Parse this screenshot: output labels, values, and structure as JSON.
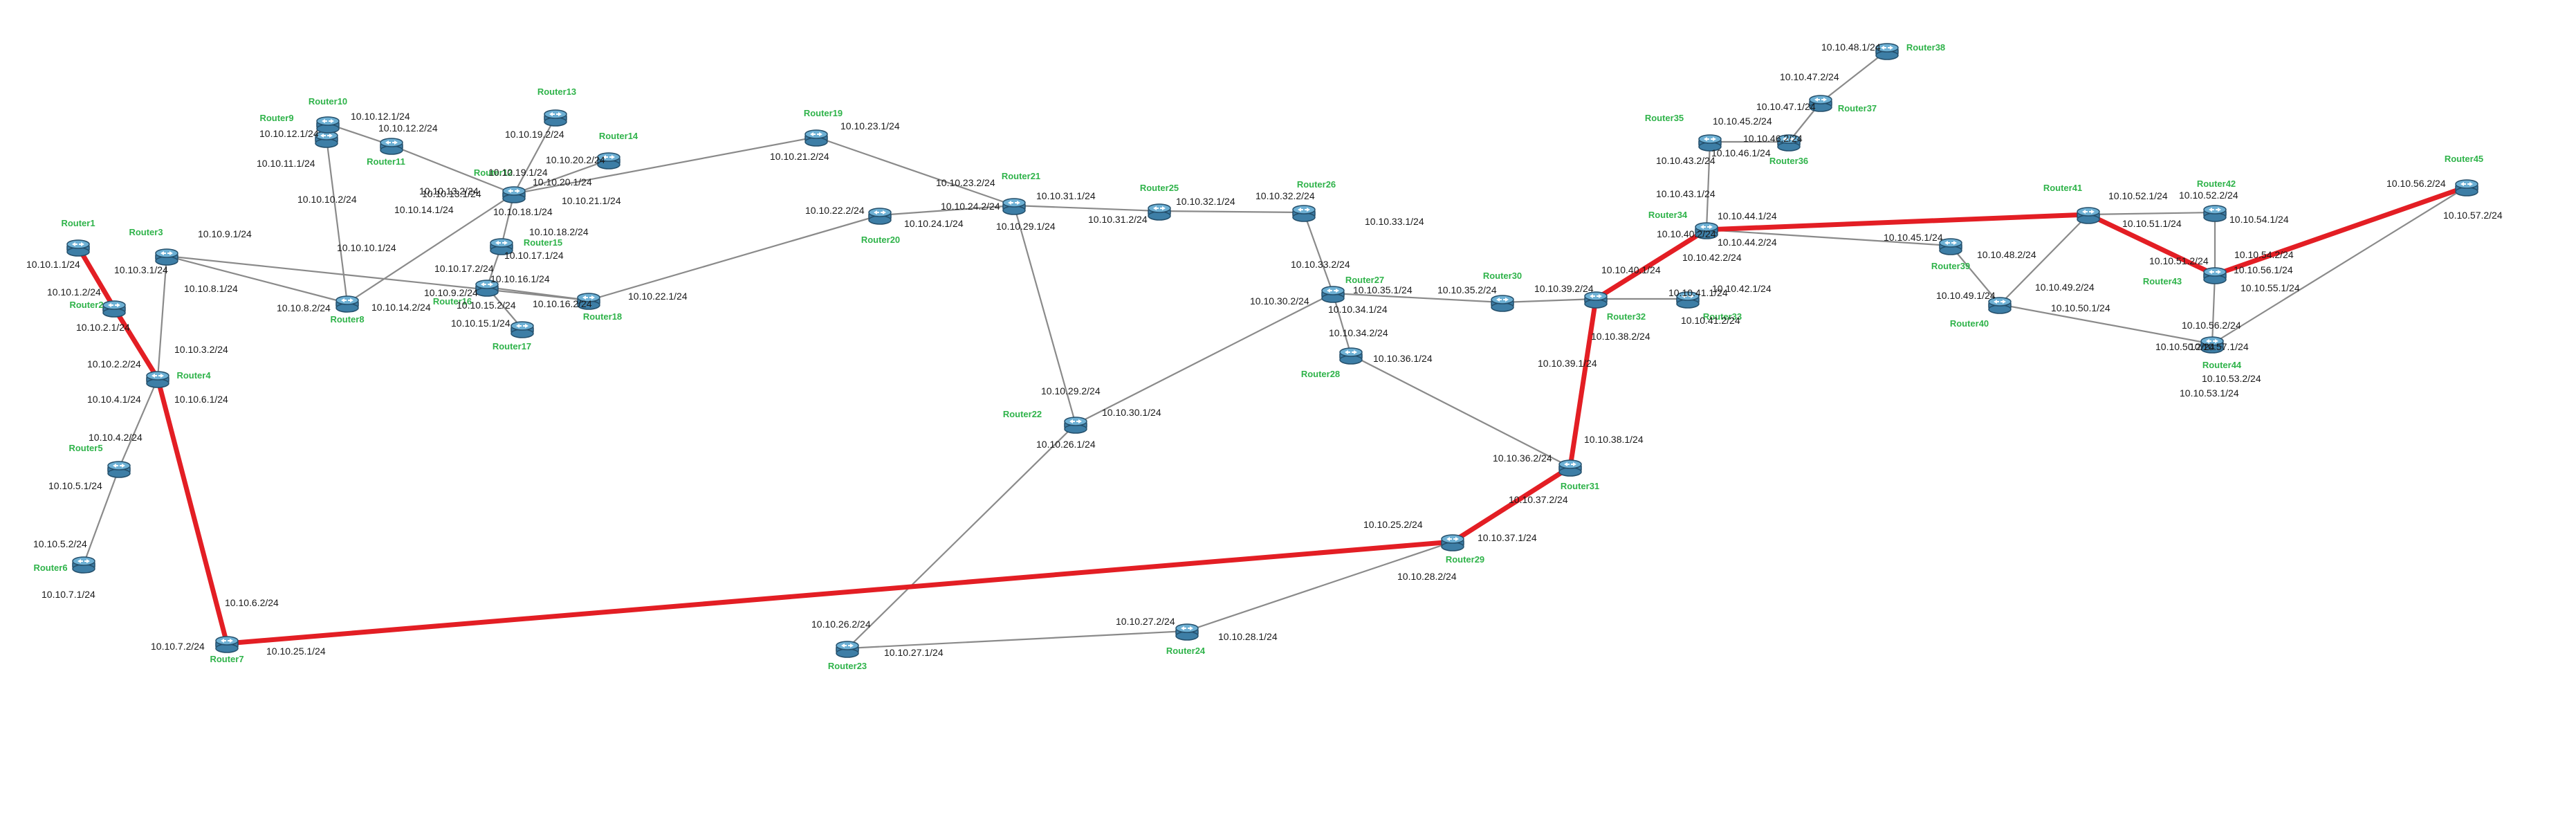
{
  "diagram": {
    "routers": [
      {
        "id": "Router1",
        "label": "Router1"
      },
      {
        "id": "Router2",
        "label": "Router2"
      },
      {
        "id": "Router3",
        "label": "Router3"
      },
      {
        "id": "Router4",
        "label": "Router4"
      },
      {
        "id": "Router5",
        "label": "Router5"
      },
      {
        "id": "Router6",
        "label": "Router6"
      },
      {
        "id": "Router7",
        "label": "Router7"
      },
      {
        "id": "Router8",
        "label": "Router8"
      },
      {
        "id": "Router9",
        "label": "Router9"
      },
      {
        "id": "Router10",
        "label": "Router10"
      },
      {
        "id": "Router11",
        "label": "Router11"
      },
      {
        "id": "Router12",
        "label": "Router12"
      },
      {
        "id": "Router13",
        "label": "Router13"
      },
      {
        "id": "Router14",
        "label": "Router14"
      },
      {
        "id": "Router15",
        "label": "Router15"
      },
      {
        "id": "Router16",
        "label": "Router16"
      },
      {
        "id": "Router17",
        "label": "Router17"
      },
      {
        "id": "Router18",
        "label": "Router18"
      },
      {
        "id": "Router19",
        "label": "Router19"
      },
      {
        "id": "Router20",
        "label": "Router20"
      },
      {
        "id": "Router21",
        "label": "Router21"
      },
      {
        "id": "Router22",
        "label": "Router22"
      },
      {
        "id": "Router23",
        "label": "Router23"
      },
      {
        "id": "Router24",
        "label": "Router24"
      },
      {
        "id": "Router25",
        "label": "Router25"
      },
      {
        "id": "Router26",
        "label": "Router26"
      },
      {
        "id": "Router27",
        "label": "Router27"
      },
      {
        "id": "Router28",
        "label": "Router28"
      },
      {
        "id": "Router29",
        "label": "Router29"
      },
      {
        "id": "Router30",
        "label": "Router30"
      },
      {
        "id": "Router31",
        "label": "Router31"
      },
      {
        "id": "Router32",
        "label": "Router32"
      },
      {
        "id": "Router33",
        "label": "Router33"
      },
      {
        "id": "Router34",
        "label": "Router34"
      },
      {
        "id": "Router35",
        "label": "Router35"
      },
      {
        "id": "Router36",
        "label": "Router36"
      },
      {
        "id": "Router37",
        "label": "Router37"
      },
      {
        "id": "Router38",
        "label": "Router38"
      },
      {
        "id": "Router39",
        "label": "Router39"
      },
      {
        "id": "Router40",
        "label": "Router40"
      },
      {
        "id": "Router41",
        "label": "Router41"
      },
      {
        "id": "Router42",
        "label": "Router42"
      },
      {
        "id": "Router43",
        "label": "Router43"
      },
      {
        "id": "Router44",
        "label": "Router44"
      },
      {
        "id": "Router45",
        "label": "Router45"
      }
    ],
    "links": [
      {
        "id": "l1",
        "a": "Router1",
        "b": "Router2",
        "highlight": true
      },
      {
        "id": "l2",
        "a": "Router2",
        "b": "Router4",
        "highlight": true
      },
      {
        "id": "l3",
        "a": "Router3",
        "b": "Router4",
        "highlight": false
      },
      {
        "id": "l4",
        "a": "Router4",
        "b": "Router5",
        "highlight": false
      },
      {
        "id": "l5",
        "a": "Router5",
        "b": "Router6",
        "highlight": false
      },
      {
        "id": "l6",
        "a": "Router4",
        "b": "Router7",
        "highlight": true
      },
      {
        "id": "l7",
        "a": "Router3",
        "b": "Router8",
        "highlight": false
      },
      {
        "id": "l8",
        "a": "Router3",
        "b": "Router18",
        "highlight": false
      },
      {
        "id": "l9",
        "a": "Router9",
        "b": "Router8",
        "highlight": false
      },
      {
        "id": "l10",
        "a": "Router10",
        "b": "Router9",
        "highlight": false
      },
      {
        "id": "l11",
        "a": "Router10",
        "b": "Router11",
        "highlight": false
      },
      {
        "id": "l12",
        "a": "Router11",
        "b": "Router12",
        "highlight": false
      },
      {
        "id": "l13",
        "a": "Router12",
        "b": "Router13",
        "highlight": false
      },
      {
        "id": "l14",
        "a": "Router12",
        "b": "Router14",
        "highlight": false
      },
      {
        "id": "l15",
        "a": "Router12",
        "b": "Router15",
        "highlight": false
      },
      {
        "id": "l16",
        "a": "Router12",
        "b": "Router8",
        "highlight": false
      },
      {
        "id": "l17",
        "a": "Router12",
        "b": "Router19",
        "highlight": false
      },
      {
        "id": "l18",
        "a": "Router15",
        "b": "Router16",
        "highlight": false
      },
      {
        "id": "l19",
        "a": "Router16",
        "b": "Router17",
        "highlight": false
      },
      {
        "id": "l20",
        "a": "Router16",
        "b": "Router18",
        "highlight": false
      },
      {
        "id": "l21",
        "a": "Router18",
        "b": "Router20",
        "highlight": false
      },
      {
        "id": "l22",
        "a": "Router20",
        "b": "Router21",
        "highlight": false
      },
      {
        "id": "l23",
        "a": "Router19",
        "b": "Router21",
        "highlight": false
      },
      {
        "id": "l24",
        "a": "Router21",
        "b": "Router25",
        "highlight": false
      },
      {
        "id": "l25",
        "a": "Router21",
        "b": "Router22",
        "highlight": false
      },
      {
        "id": "l26",
        "a": "Router25",
        "b": "Router26",
        "highlight": false
      },
      {
        "id": "l27",
        "a": "Router26",
        "b": "Router27",
        "highlight": false
      },
      {
        "id": "l28",
        "a": "Router22",
        "b": "Router27",
        "highlight": false
      },
      {
        "id": "l29",
        "a": "Router22",
        "b": "Router23",
        "highlight": false
      },
      {
        "id": "l30",
        "a": "Router23",
        "b": "Router24",
        "highlight": false
      },
      {
        "id": "l31",
        "a": "Router24",
        "b": "Router29",
        "highlight": false
      },
      {
        "id": "l32",
        "a": "Router7",
        "b": "Router29",
        "highlight": true
      },
      {
        "id": "l33",
        "a": "Router29",
        "b": "Router31",
        "highlight": true
      },
      {
        "id": "l34",
        "a": "Router27",
        "b": "Router28",
        "highlight": false
      },
      {
        "id": "l35",
        "a": "Router28",
        "b": "Router31",
        "highlight": false
      },
      {
        "id": "l36",
        "a": "Router27",
        "b": "Router30",
        "highlight": false
      },
      {
        "id": "l37",
        "a": "Router30",
        "b": "Router32",
        "highlight": false
      },
      {
        "id": "l38",
        "a": "Router31",
        "b": "Router32",
        "highlight": true
      },
      {
        "id": "l39",
        "a": "Router32",
        "b": "Router33",
        "highlight": false
      },
      {
        "id": "l40",
        "a": "Router32",
        "b": "Router34",
        "highlight": true
      },
      {
        "id": "l41",
        "a": "Router34",
        "b": "Router35",
        "highlight": false
      },
      {
        "id": "l42",
        "a": "Router35",
        "b": "Router36",
        "highlight": false
      },
      {
        "id": "l43",
        "a": "Router36",
        "b": "Router37",
        "highlight": false
      },
      {
        "id": "l44",
        "a": "Router37",
        "b": "Router38",
        "highlight": false
      },
      {
        "id": "l45",
        "a": "Router34",
        "b": "Router39",
        "highlight": false
      },
      {
        "id": "l46",
        "a": "Router34",
        "b": "Router41",
        "highlight": true
      },
      {
        "id": "l47",
        "a": "Router41",
        "b": "Router42",
        "highlight": false
      },
      {
        "id": "l48",
        "a": "Router41",
        "b": "Router40",
        "highlight": false
      },
      {
        "id": "l49",
        "a": "Router41",
        "b": "Router43",
        "highlight": true
      },
      {
        "id": "l50",
        "a": "Router42",
        "b": "Router43",
        "highlight": false
      },
      {
        "id": "l51",
        "a": "Router43",
        "b": "Router45",
        "highlight": true
      },
      {
        "id": "l52",
        "a": "Router43",
        "b": "Router44",
        "highlight": false
      },
      {
        "id": "l53",
        "a": "Router39",
        "b": "Router40",
        "highlight": false
      },
      {
        "id": "l54",
        "a": "Router40",
        "b": "Router44",
        "highlight": false
      },
      {
        "id": "l55",
        "a": "Router44",
        "b": "Router45",
        "highlight": false
      }
    ],
    "interface_labels": [
      "10.10.1.1/24",
      "10.10.1.2/24",
      "10.10.2.1/24",
      "10.10.2.2/24",
      "10.10.3.1/24",
      "10.10.3.2/24",
      "10.10.4.1/24",
      "10.10.4.2/24",
      "10.10.5.1/24",
      "10.10.5.2/24",
      "10.10.6.1/24",
      "10.10.6.2/24",
      "10.10.7.1/24",
      "10.10.7.2/24",
      "10.10.8.1/24",
      "10.10.8.2/24",
      "10.10.9.1/24",
      "10.10.9.2/24",
      "10.10.10.1/24",
      "10.10.10.2/24",
      "10.10.11.1/24",
      "10.10.12.1/24",
      "10.10.12.1/24",
      "10.10.12.2/24",
      "10.10.13.1/24",
      "10.10.13.2/24",
      "10.10.14.1/24",
      "10.10.14.2/24",
      "10.10.15.1/24",
      "10.10.15.2/24",
      "10.10.16.1/24",
      "10.10.16.2/24",
      "10.10.17.1/24",
      "10.10.17.2/24",
      "10.10.18.1/24",
      "10.10.18.2/24",
      "10.10.19.1/24",
      "10.10.19.2/24",
      "10.10.20.1/24",
      "10.10.20.2/24",
      "10.10.21.1/24",
      "10.10.21.2/24",
      "10.10.22.1/24",
      "10.10.22.2/24",
      "10.10.23.1/24",
      "10.10.23.2/24",
      "10.10.24.1/24",
      "10.10.24.2/24",
      "10.10.25.1/24",
      "10.10.25.2/24",
      "10.10.26.1/24",
      "10.10.26.2/24",
      "10.10.27.1/24",
      "10.10.27.2/24",
      "10.10.28.1/24",
      "10.10.28.2/24",
      "10.10.29.1/24",
      "10.10.29.2/24",
      "10.10.30.1/24",
      "10.10.30.2/24",
      "10.10.31.1/24",
      "10.10.31.2/24",
      "10.10.32.1/24",
      "10.10.32.2/24",
      "10.10.33.1/24",
      "10.10.33.2/24",
      "10.10.34.1/24",
      "10.10.34.2/24",
      "10.10.35.1/24",
      "10.10.35.2/24",
      "10.10.36.1/24",
      "10.10.36.2/24",
      "10.10.37.1/24",
      "10.10.37.2/24",
      "10.10.38.1/24",
      "10.10.38.2/24",
      "10.10.39.1/24",
      "10.10.39.2/24",
      "10.10.40.1/24",
      "10.10.40.2/24",
      "10.10.41.1/24",
      "10.10.41.2/24",
      "10.10.42.1/24",
      "10.10.42.2/24",
      "10.10.43.1/24",
      "10.10.43.2/24",
      "10.10.44.1/24",
      "10.10.44.2/24",
      "10.10.45.1/24",
      "10.10.45.2/24",
      "10.10.46.1/24",
      "10.10.46.2/24",
      "10.10.47.1/24",
      "10.10.47.2/24",
      "10.10.48.1/24",
      "10.10.48.2/24",
      "10.10.49.1/24",
      "10.10.49.2/24",
      "10.10.50.1/24",
      "10.10.50.2/24",
      "10.10.51.1/24",
      "10.10.51.2/24",
      "10.10.52.1/24",
      "10.10.52.2/24",
      "10.10.53.1/24",
      "10.10.53.2/24",
      "10.10.54.1/24",
      "10.10.54.2/24",
      "10.10.55.1/24",
      "10.10.56.1/24",
      "10.10.56.2/24",
      "10.10.56.2/24",
      "10.10.57.1/24",
      "10.10.57.2/24"
    ]
  }
}
